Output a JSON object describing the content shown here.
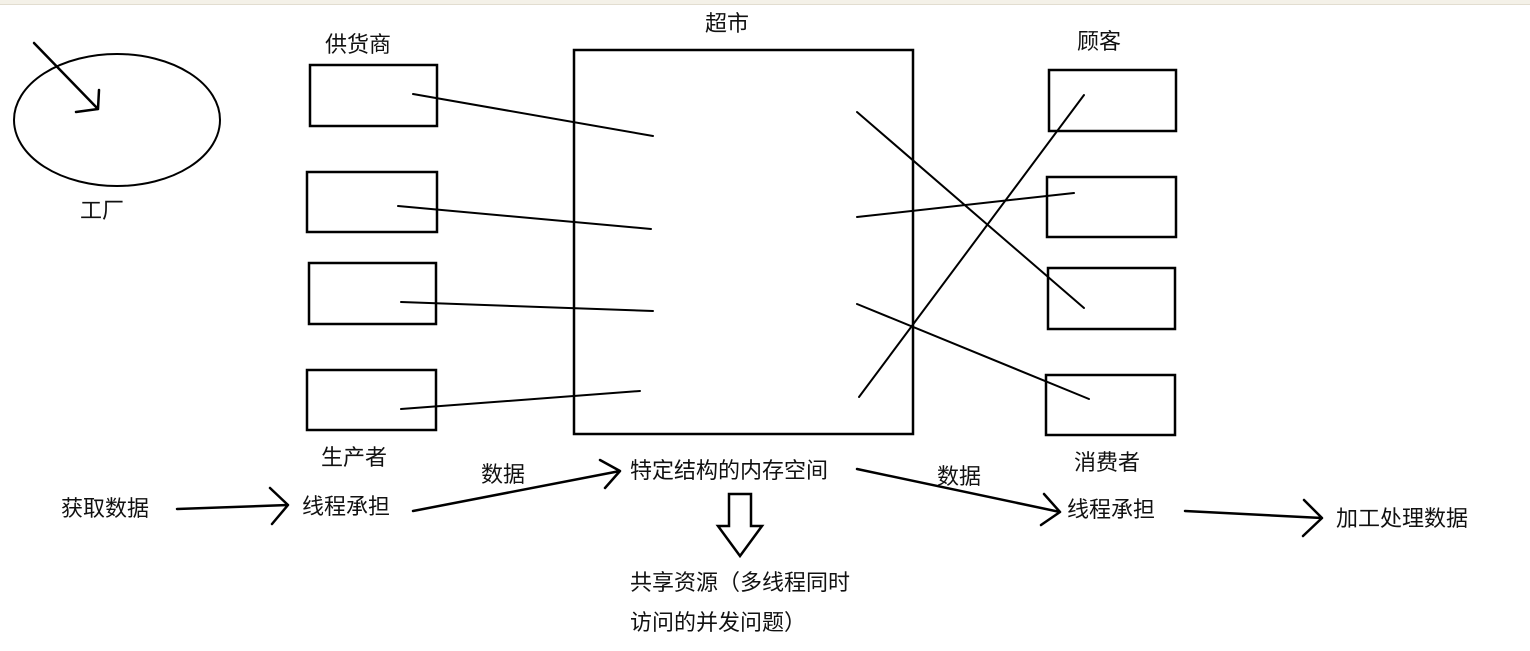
{
  "labels": {
    "factory": "工厂",
    "supplier": "供货商",
    "supermarket": "超市",
    "customer": "顾客",
    "producer": "生产者",
    "consumer": "消费者",
    "get_data": "获取数据",
    "thread_left": "线程承担",
    "data_left": "数据",
    "memory_space": "特定结构的内存空间",
    "data_right": "数据",
    "thread_right": "线程承担",
    "process_data": "加工处理数据",
    "shared_line1": "共享资源（多线程同时",
    "shared_line2": "访问的并发问题）"
  }
}
